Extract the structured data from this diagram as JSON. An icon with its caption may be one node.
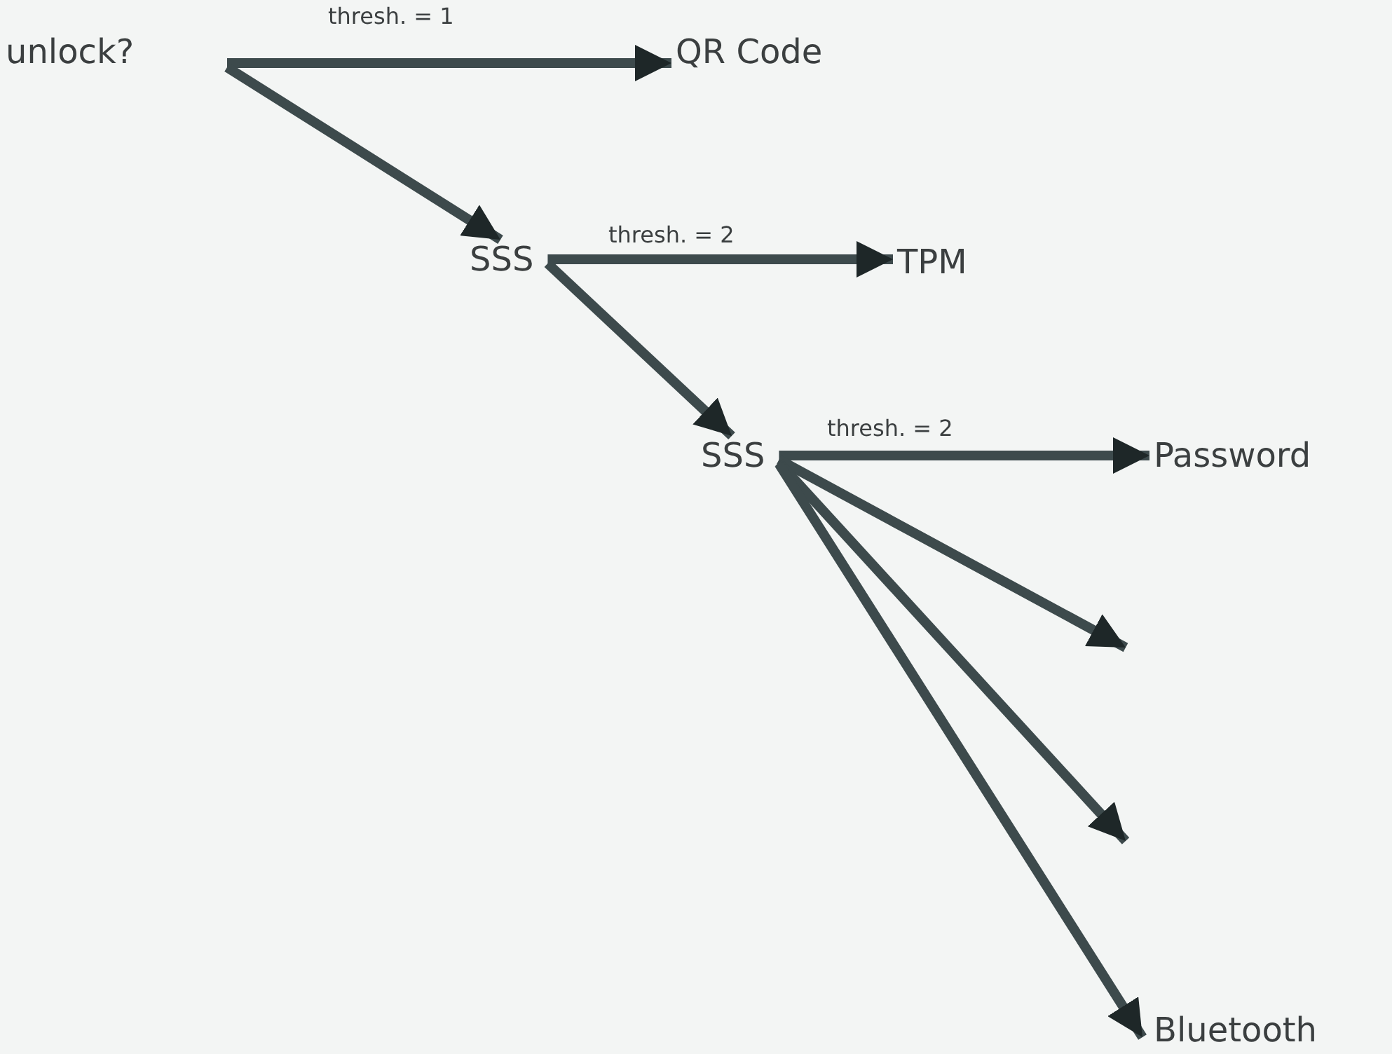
{
  "diagram": {
    "nodes": [
      {
        "text": [
          "unlock?"
        ]
      },
      {
        "text": [
          "QR Code"
        ]
      },
      {
        "text": [
          "SSS"
        ]
      },
      {
        "text": [
          "TPM"
        ]
      },
      {
        "text": [
          "SSS"
        ]
      },
      {
        "text": [
          "Password"
        ]
      },
      {
        "text": [
          "Bluetooth"
        ]
      }
    ],
    "edges": [
      {
        "from": 0,
        "to": 1,
        "arrow": "to",
        "label": "thresh. = 1"
      },
      {
        "from": 0,
        "to": 2,
        "arrow": "to"
      },
      {
        "from": 2,
        "to": 3,
        "arrow": "to",
        "label": "thresh. = 2"
      },
      {
        "from": 2,
        "to": 4,
        "arrow": "to"
      },
      {
        "from": 4,
        "to": 5,
        "arrow": "to",
        "label": "thresh. = 2"
      },
      {
        "from": 4,
        "to": null,
        "arrow": "to"
      },
      {
        "from": 4,
        "to": null,
        "arrow": "to"
      },
      {
        "from": 4,
        "to": 6,
        "arrow": "to"
      }
    ]
  }
}
